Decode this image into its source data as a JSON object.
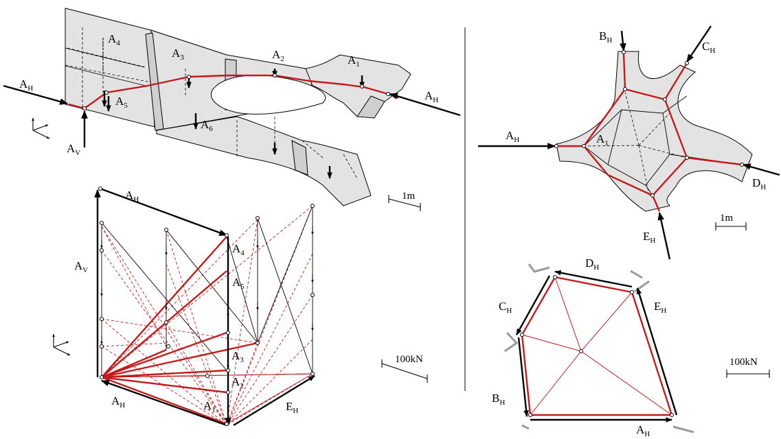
{
  "colors": {
    "funicular_red": "#c41a1a",
    "surface_grey": "#e3e3e3",
    "line_black": "#000000"
  },
  "panels": {
    "form_3d": {
      "labels": {
        "A_H_left": "A",
        "A_H_left_sub": "H",
        "A_H_right": "A",
        "A_H_right_sub": "H",
        "A_V": "A",
        "A_V_sub": "V",
        "A1": "A",
        "A1_sub": "1",
        "A2": "A",
        "A2_sub": "2",
        "A3": "A",
        "A3_sub": "3",
        "A4": "A",
        "A4_sub": "4",
        "A5": "A",
        "A5_sub": "5",
        "A6": "A",
        "A6_sub": "6"
      },
      "scale": "1m"
    },
    "force_3d": {
      "labels": {
        "A_H_top": "A",
        "A_H_top_sub": "H",
        "A_V": "A",
        "A_V_sub": "V",
        "A4": "A",
        "A4_sub": "4",
        "A5": "A",
        "A5_sub": "5",
        "A3": "A",
        "A3_sub": "3",
        "A2": "A",
        "A2_sub": "2",
        "A1": "A",
        "A1_sub": "1",
        "A_H_bottom": "A",
        "A_H_bottom_sub": "H",
        "E_H": "E",
        "E_H_sub": "H"
      },
      "scale": "100kN"
    },
    "form_plan": {
      "labels": {
        "B_H": "B",
        "B_H_sub": "H",
        "C_H": "C",
        "C_H_sub": "H",
        "A_H": "A",
        "A_H_sub": "H",
        "A1": "A",
        "A1_sub": "1",
        "D_H": "D",
        "D_H_sub": "H",
        "E_H": "E",
        "E_H_sub": "H"
      },
      "scale": "1m"
    },
    "force_plan": {
      "labels": {
        "D_H": "D",
        "D_H_sub": "H",
        "C_H": "C",
        "C_H_sub": "H",
        "E_H": "E",
        "E_H_sub": "H",
        "B_H": "B",
        "B_H_sub": "H",
        "A_H": "A",
        "A_H_sub": "H"
      },
      "scale": "100kN"
    }
  }
}
